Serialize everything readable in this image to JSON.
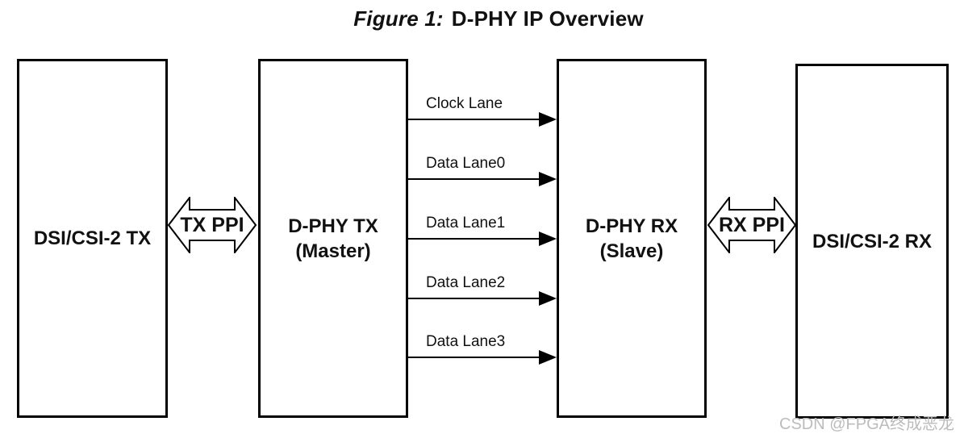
{
  "title": {
    "prefix": "Figure 1:",
    "main": "D-PHY IP Overview"
  },
  "blocks": [
    {
      "label": "DSI/CSI-2 TX",
      "sublabel": ""
    },
    {
      "label": "D-PHY TX",
      "sublabel": "(Master)"
    },
    {
      "label": "D-PHY RX",
      "sublabel": "(Slave)"
    },
    {
      "label": "DSI/CSI-2 RX",
      "sublabel": ""
    }
  ],
  "ppi_connections": [
    {
      "label": "TX PPI"
    },
    {
      "label": "RX PPI"
    }
  ],
  "lanes": [
    {
      "label": "Clock Lane"
    },
    {
      "label": "Data Lane0"
    },
    {
      "label": "Data Lane1"
    },
    {
      "label": "Data Lane2"
    },
    {
      "label": "Data Lane3"
    }
  ],
  "watermark": "CSDN @FPGA终成恶龙",
  "colors": {
    "line": "#000000",
    "background": "#ffffff",
    "text": "#111111",
    "watermark": "#bcbcbc"
  }
}
